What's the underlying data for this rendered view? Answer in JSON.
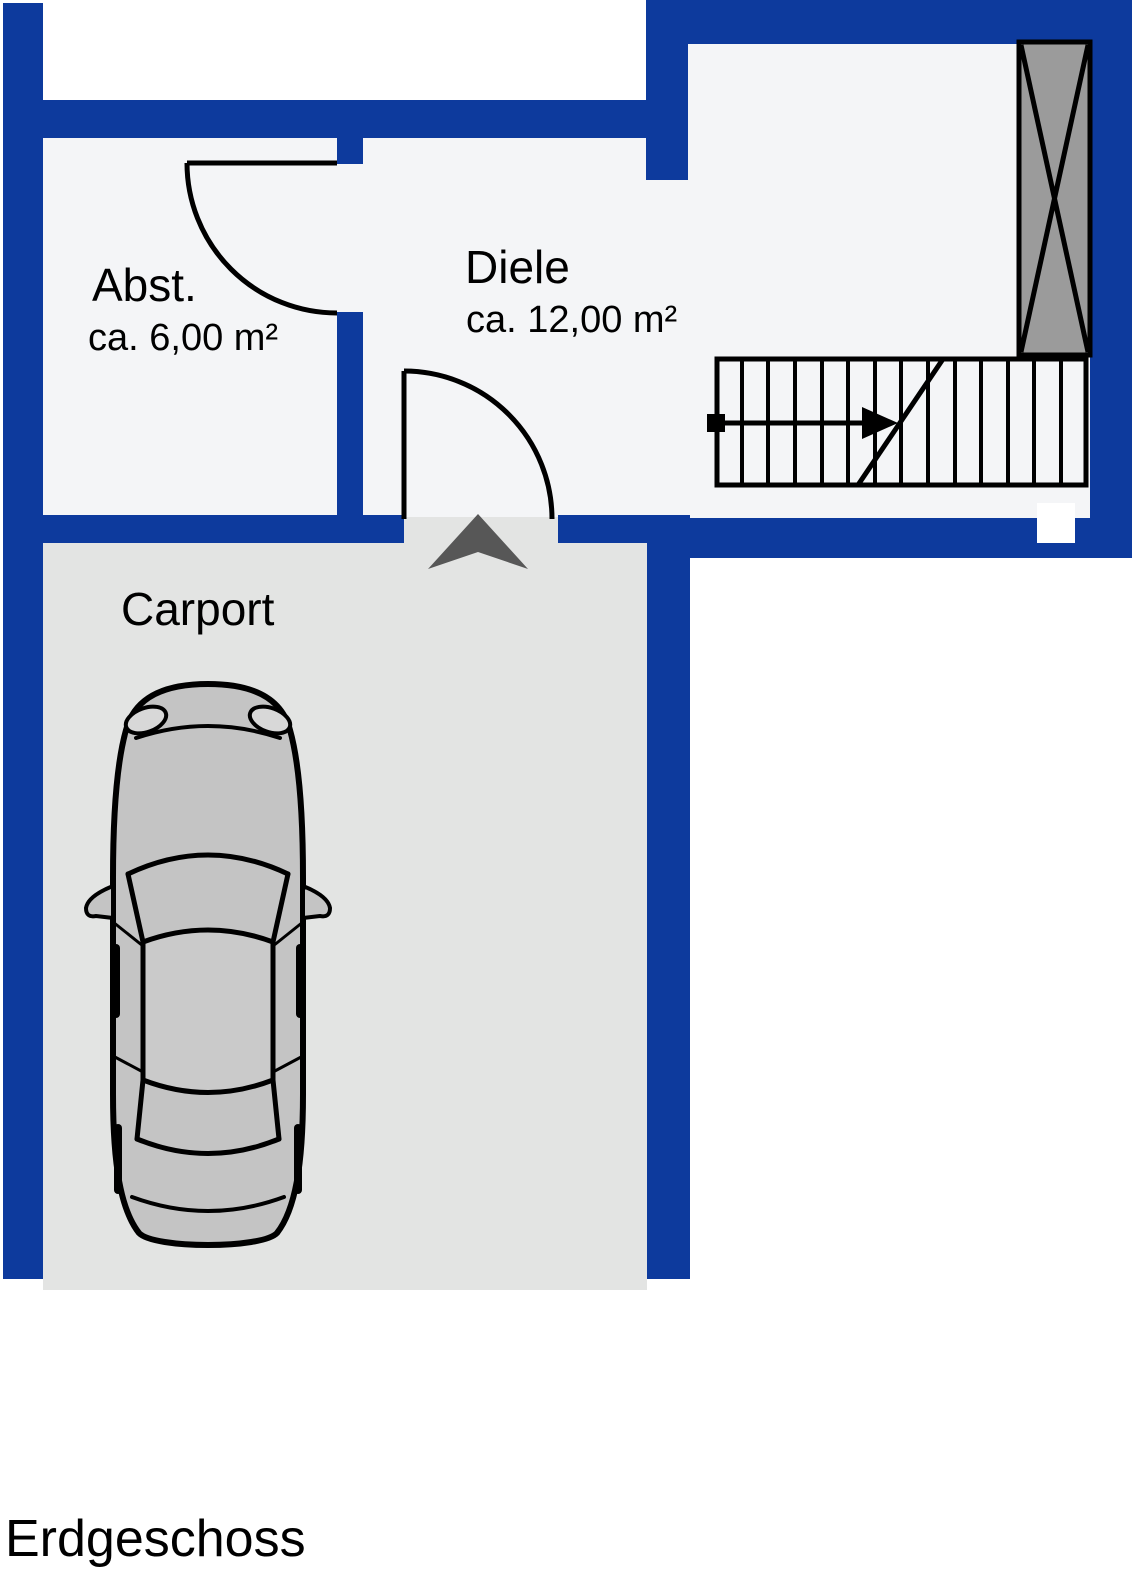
{
  "title": "Erdgeschoss",
  "rooms": {
    "abst": {
      "name": "Abst.",
      "area": "ca. 6,00 m²"
    },
    "diele": {
      "name": "Diele",
      "area": "ca. 12,00 m²"
    },
    "carport": {
      "name": "Carport"
    }
  },
  "symbols": {
    "staircase": "stairs-with-up-arrow",
    "shaft": "crossed-box-shaft",
    "entrance": "entrance-direction-arrow",
    "vehicle": "car-top-view"
  },
  "colors": {
    "wall": "#0d3a9d",
    "floor_interior": "#f4f5f7",
    "floor_carport": "#e3e4e3",
    "shaft_fill": "#9b9b9b",
    "entrance_arrow": "#575757",
    "car_body": "#c4c4c4",
    "car_roof": "#cacaca",
    "outline": "#000000",
    "background": "#ffffff"
  }
}
